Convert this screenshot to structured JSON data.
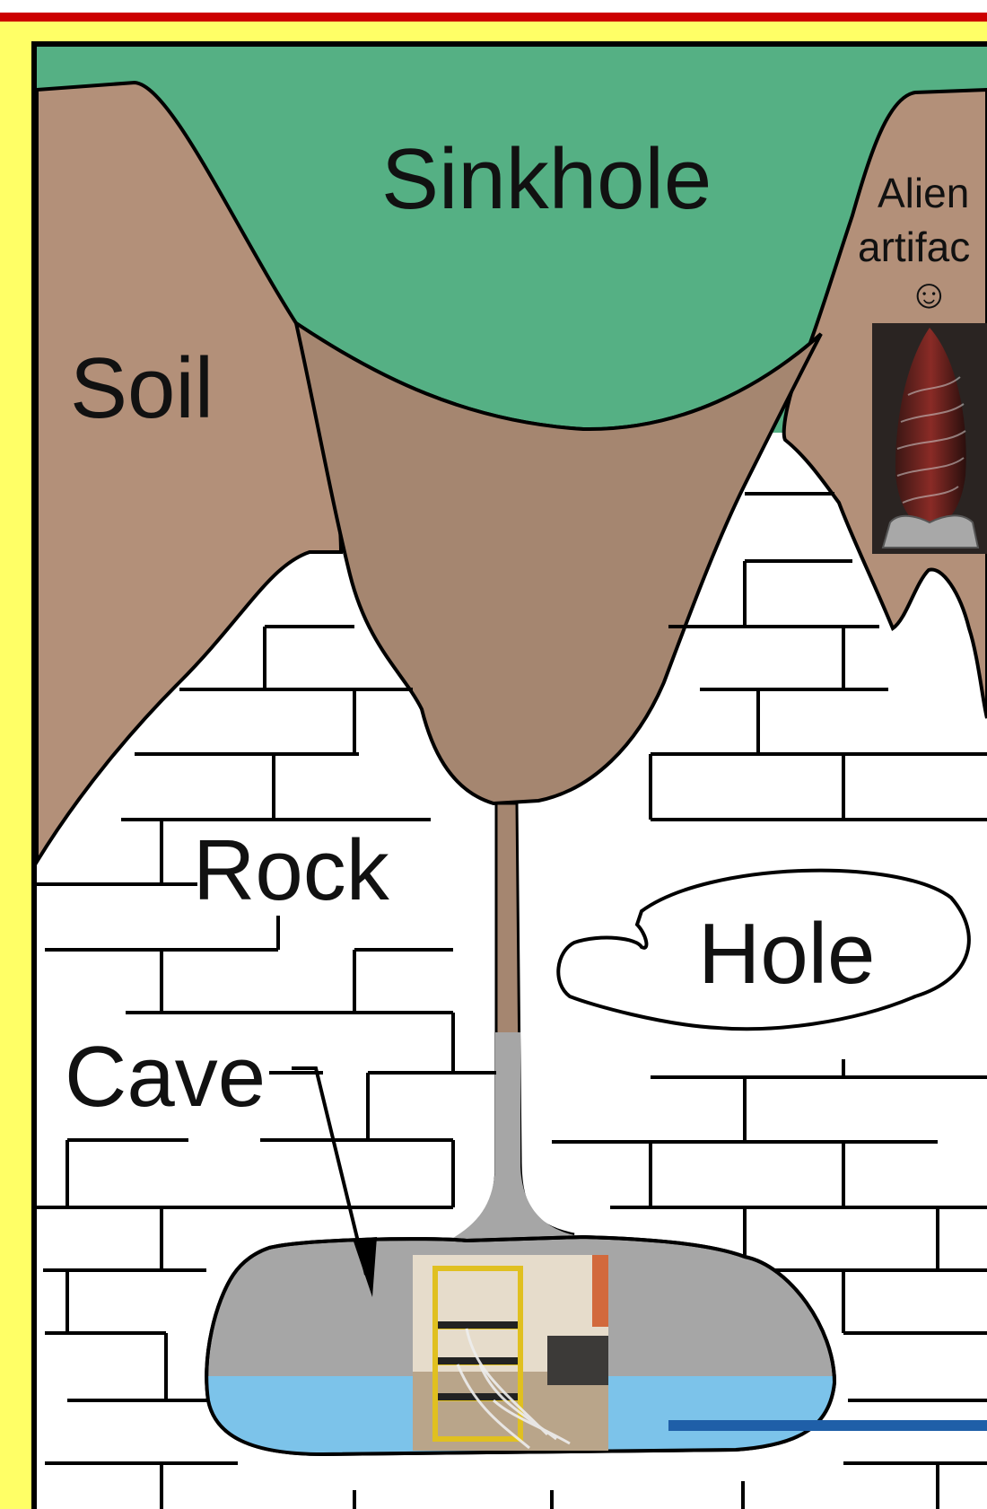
{
  "labels": {
    "sinkhole": "Sinkhole",
    "soil": "Soil",
    "rock": "Rock",
    "cave": "Cave",
    "hole": "Hole",
    "alien_line1": "Alien",
    "alien_line2": "artifac",
    "alien_smiley": "☺"
  },
  "colors": {
    "background": "#ffff66",
    "border_red": "#cc0000",
    "sinkhole_green": "#55b084",
    "soil_brown": "#b39079",
    "deep_soil": "#a58670",
    "rock_white": "#ffffff",
    "cave_air": "#a6a6a6",
    "cave_water": "#7cc3ea",
    "blue_line": "#1f5fa8"
  },
  "images": {
    "artifact": "alien-artifact-photo",
    "lab": "lab-rack-photo"
  }
}
